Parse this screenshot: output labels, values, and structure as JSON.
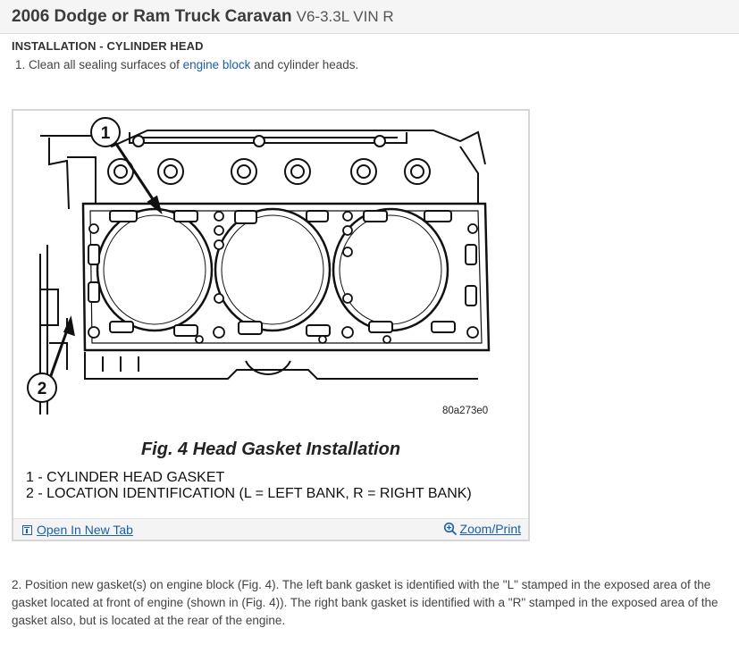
{
  "header": {
    "title_main": "2006 Dodge or Ram Truck Caravan",
    "title_sub": "V6-3.3L VIN R"
  },
  "section": {
    "heading": "INSTALLATION - CYLINDER HEAD"
  },
  "step1": {
    "prefix": "1. Clean all sealing surfaces of ",
    "link": "engine block",
    "suffix": " and cylinder heads."
  },
  "figure": {
    "callout_1": "1",
    "callout_2": "2",
    "code": "80a273e0",
    "caption": "Fig. 4 Head Gasket Installation",
    "legend_1": "1 - CYLINDER HEAD GASKET",
    "legend_2": "2 - LOCATION IDENTIFICATION (L = LEFT BANK, R = RIGHT BANK)",
    "open_tab": "Open In New Tab",
    "zoom": "Zoom/Print"
  },
  "step2": {
    "text": "2. Position new gasket(s) on engine block (Fig. 4). The left bank gasket is identified with the \"L\" stamped in the exposed area of the gasket located at front of engine (shown in (Fig. 4)). The right bank gasket is identified with a \"R\" stamped in the exposed area of the gasket also, but is located at the rear of the engine."
  },
  "colors": {
    "link": "#1a5fa8",
    "header_bg": "#f5f5f5"
  }
}
